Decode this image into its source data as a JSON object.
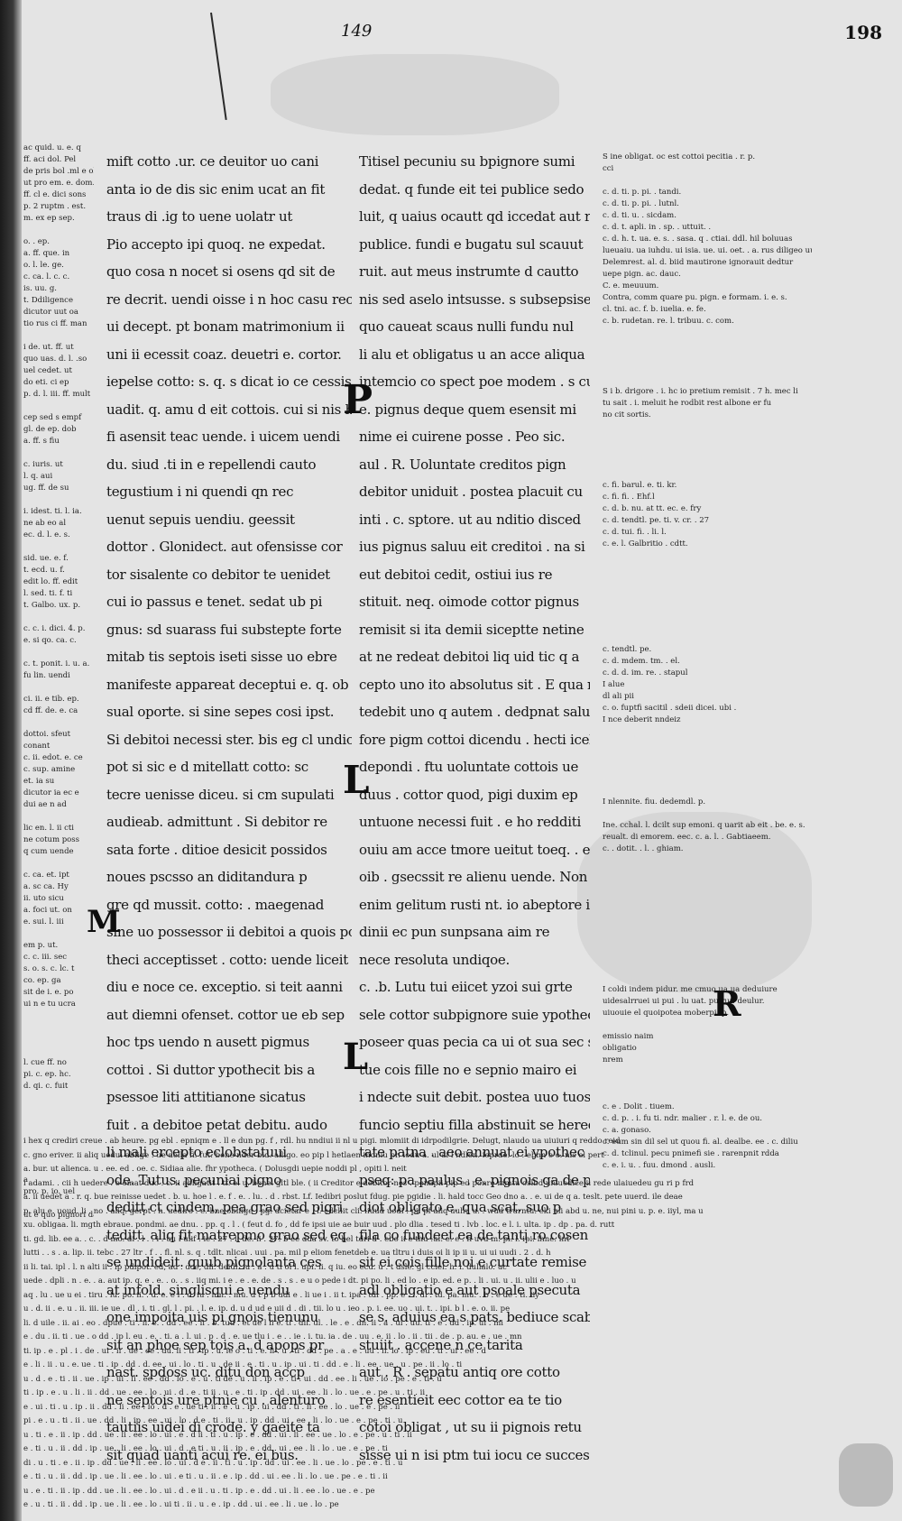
{
  "folio": {
    "center": "149",
    "right": "198"
  },
  "column_a": [
    "mift cotto .ur. ce deuitor uo cani",
    "anta io de dis sic enim ucat an fit",
    "traus di .ig to uene uolatr ut",
    "Pio accepto ipi quoq. ne expedat.",
    "quo cosa n nocet si osens qd sit de",
    "re decrit. uendi oisse i n hoc casu recte",
    "ui decept. pt bonam matrimonium ii",
    "uni ii ecessit coaz. deuetri e. cortor.",
    "iepelse cotto: s. q. s dicat io ce cessisse",
    "uadit. q. amu d eit cottois. cui si nis h",
    "fi asensit teac uende. i uicem uendi",
    "du. siud .ti in e repellendi cauto",
    "tegustium i ni quendi qn rec",
    "uenut sepuis uendiu. geessit",
    "dottor . Glonidect. aut  ofensisse cor",
    "tor sisalente co debitor te uenidet",
    "cui io passus e tenet. sedat ub pi",
    "gnus: sd suarass fui substepte forte",
    "mitab tis septois iseti sisse uo ebre",
    "manifeste appareat deceptui e. q. ob",
    "sual oporte. si sine sepes cosi ipst.",
    "Si debitoi necessi ster. bis eg cl undiou",
    "pot si sic e d mitellatt cotto: sc",
    "tecre uenisse diceu. si cm supulati",
    "audieab. admittunt . Si debitor re",
    "sata forte . ditioe desicit possidos",
    "noues pscsso an diditandura p",
    "gre qd mussit. cotto: . maegenad",
    "sine uo possessor ii debitoi a quois po",
    "theci acceptisset . cotto: uende liceit",
    "diu e noce ce. exceptio. si teit aanni",
    "aut diemni ofenset. cottor ue eb sep",
    "hoc tps uendo n ausett pigmus",
    "cottoi . Si duttor ypothecit bis a",
    "psessoe liti attitianone sicatus",
    "fuit . a debitoe petat debitu. audo",
    "li mali ercepto eclobstatuui",
    "ode. Tutus. pecuniai pigno",
    "deditt ct cindem, pea grao sed pigri",
    "teditt. aliq fit matrepmo grao sed eq",
    "se undideit. quub pignolanta ces",
    "at infold. singlisqui e uendu",
    "one impoita uis pi gnois tienunu",
    "sit an phoe sep tois a. d apops pr",
    "nast. spdoss uc. ditu don accp",
    "ne septois ure ptnie cu . alenturo",
    "tautiis uidei di crode. y gaeite ta",
    "sit quad uanti acui re. ei bus."
  ],
  "column_b": [
    "Titisel pecuniu su bpignore sumi",
    "dedat. q funde eit tei publice sedo",
    "luit, q uaius ocautt qd iccedat aut re",
    "publice. fundi e bugatu sul scauut",
    "ruit. aut meus instrumte d cautto",
    "nis sed aselo intsusse. s subsepsise",
    "quo caueat scaus nulli fundu nul",
    "li alu et obligatus u an acce aliqua",
    "intemcio co spect poe modem . s cu",
    "e. pignus deque quem esensit mi",
    "nime ei cuirene posse . Peo sic.",
    "aul . R. Uoluntate creditos pign",
    "debitor uniduit . postea placuit cu",
    "inti . c. sptore. ut au nditio disced",
    "ius pignus saluu eit creditoi . na si",
    "eut debitoi cedit, ostiui ius re",
    "stituit. neq. oimode cottor pignus",
    "remisit si ita demii siceptte netine",
    "at ne redeat debitoi liq uid tic q a",
    "cepto uno ito absolutus sit . E qua n",
    "tedebit uno q autem . dedpnat saluu",
    "fore pigm cottoi dicendu . hecti icel",
    "depondi . ftu uoluntate cottois ue",
    "duus . cottor quod, pigi duxim ep",
    "untuone necessi fuit . e  ho redditi",
    "ouiu am acce tmore ueitut toeq. . e fi",
    "oib . gsecssit re alienu uende. Non",
    "enim gelitum rusti nt. io abeptore i",
    "dinii ec pun sunpsana aim re",
    "nece resoluta undiqoe.",
    "c. .b. Lutu tui eiicet yzoi sui grte",
    "sele cottor subpignore suie ypotheca",
    "poseer quas pecia ca ui ot sua sec sep",
    "tue cois fille no e sepnio mairo ei",
    "i ndecte suit debit. postea uuo tuos",
    "funcio septiu filla abstinuit se hered",
    "tate patna . aeo annuat ei ypothec",
    "pseq: pa paulus . e. pignois ga de p",
    "diot obligato e. qua scat. suo p",
    "fila co fundeet ea de tanti ro cosen",
    "sit ei cois fille noi e curtate remise",
    "adl obligatio e aut psoale psecuta",
    "se s. aduius ea s pats. bediuce scab",
    "stuiit . accene n ce tarita",
    "aut . R . sepatu antiq ore cotto",
    "re esentieit eec cottor ea te tio",
    "cotoi obligat , ut su ii pignois retu",
    "sisse ui n isi ptm tui iocu ce successit"
  ],
  "gloss_left": [
    "ac quid. u. e. q",
    "ff. aci dol. Pel",
    "de pris bol .ml e ol.",
    "ut pro em. e. dom.",
    "ff. cl e. dici sons",
    "p. 2 ruptm . est.",
    "m. ex ep sep.",
    "",
    "o. . ep.",
    "a. ff. que. in",
    "o. l. le. ge.",
    "c. ca. l. c.  c.",
    "is. uu. g.",
    "t. Ddiligence",
    "dicutor uut oa",
    "tio rus ci ff. man",
    "",
    "i de. ut. ff. ut",
    "quo uas. d. l. .so",
    "uel cedet. ut",
    "do eti. ci ep",
    "p. d. l. iii. ff. mult",
    "",
    "cep sed s empf",
    "gl. de ep. dob",
    "a. ff. s fiu",
    "",
    "c. iuris. ut",
    "l. q. aui",
    "ug. ff. de su",
    "",
    "i. idest. ti. l. ia.",
    "ne ab eo al",
    "ec. d. l. e. s.",
    "",
    "sid. ue. e. f.",
    "t. ecd. u. f.",
    "edit lo. ff. edit",
    "l. sed. ti. f. ti",
    "t. Galbo. ux. p.",
    "",
    "c. c. i. dici. 4. p.",
    "e. si qo. ca. c.",
    "",
    "c. t. ponit. i. u. a.",
    "fu lin. uendi",
    "",
    "ci. ii. e tib. ep.",
    "cd ff. de. e. ca",
    "",
    "dottoi.  sfeut",
    "conant",
    "c. ii. edot. e. ce",
    "c. sup. amine",
    "et. ia su",
    "dicutor ia ec e",
    "dui ae n ad",
    "",
    "lic en. l. ii cti",
    "ne cotum poss",
    "q cum uende",
    "",
    "c. ca. et. ipt",
    "a. sc ca. Hy",
    "ii. uto sicu",
    "a. foci ut. on",
    "e. sui. l. iii",
    "",
    "em p. ut.",
    "c. c. iii. sec",
    "s. o. s. c. lc. t",
    "co. ep. ga",
    "sit de i. e. po",
    "ui n e tu ucra",
    "",
    "",
    "",
    "",
    "l. cue ff. no",
    "pi. c. ep. hc.",
    "d. qi. c. fuit",
    "",
    "",
    "",
    "",
    "",
    "",
    "",
    "a",
    "pro. p. io. uel",
    "",
    "ut e quo pignori da"
  ],
  "gloss_right": [
    "S ine obligat. oc est cottoi pecitia . r. p.",
    "cci",
    "",
    "c. d. ti. p. pi. . tandi.",
    "c. d. ti. p. pi. . lutnl.",
    "c. d. ti. u. . sicdam.",
    "c. d. t. apli. in . sp. . uttuit. .",
    "c. d. h. t. ua. e. s. . sasa. q . ctiai. ddl. hil boluuas",
    "lueuaiu. ua iuhdu. ui isia. ue. ui. oet. . a. rus diligeo uu. f.",
    "Delemrest. al. d. biid mautirone ignorauit dedtur",
    "uepe pign. ac. dauc.",
    "C. e. meuuum.",
    "Contra, comm quare pu. pign. e formam. i. e. s.",
    "cl. tni. ac. f. b. iuelia. e. fe.",
    "c. b. rudetan. re. l. tribuu. c. com.",
    "",
    "",
    "",
    "",
    "",
    "S i b. drigore . i. hc io pretium remisit . 7 h. mec li",
    "tu sait . i. meluit he rodbit rest albone er fu",
    "no cit sortis.",
    "",
    "",
    "",
    "",
    "",
    "c. fi. barul. e. ti. kr.",
    "c. fi. fi. . Ehf.l",
    "c. d. b. nu. at tt. ec. e. fry",
    "c. d. tendtl. pe. ti. v. cr. . 27",
    "c. d. tui. fi. . li. l.",
    "c. e. l. Galbritio . cdtt.",
    "",
    "",
    "",
    "",
    "",
    "",
    "",
    "",
    "c. tendtl. pe.",
    "c. d. mdem. tm. . el.",
    "c. d. d. im. re. . stapul",
    "I alue",
    "dl ali pii",
    "c. o. fuptfi sacitil . sdeii dicei. ubi .",
    "I nce deberit nndeiz",
    "",
    "",
    "",
    "",
    "",
    "",
    "I nlennite. fiu. dedemdl. p.",
    "",
    "Ine. cchal. l. dcilt sup emoni. q uarit ab eit . be. e. s.",
    "reualt. di emorem. eec. c. a. l. . Gabtiaeem.",
    "c. . dotit. . l. . ghiam.",
    "",
    "",
    "",
    "",
    "",
    "",
    "",
    "",
    "",
    "",
    "",
    "I coldi indem pidur. me cmuo ua ua deduiure",
    "uidesalrruei ui pui . lu uat. pu rur. deulur.",
    "uiuouie el quoipotea moberpi, p.",
    "",
    "emissio naim",
    "obligatio",
    "nrem",
    "",
    "",
    "",
    "c. e . Dolit . tiuem.",
    "c. d. p. . i. fu ti. ndr. malier . r. l. e. de ou.",
    "c. a. gonaso.",
    "c. eum sin dil sel ut quou fi. al. dealbe. ee . c. diliu",
    "c. d. tclinul. pecu pnimefi sie . rarenpnit rdda",
    "c. e. i. u. . fuu. dmond . ausli."
  ],
  "gloss_bottom": [
    "i hex q crediri creue . ab heure. pg ebl . epniqm e . ll e dun pg. f , rdl.     hu nndiui ii nl u pigi. mlomiit di idrpodilgrie. Delugt, nlaudo ua uiuiuri q reddo reid",
    "c. gno eriver. ii aliq uedui ablige . ue della fi. fut. bene nder bid. alligo.    eo pip l hetlaen indniu pr. iodu a. ul ai l ndlen. ieprde. lo . ebnn e o. nis el pert",
    "a. bur. ut alienca. u . ee. ed . oe. c. Sidiaa alie. fhr ypotheca.     ( Dolusgdi uepie noddi pl , opiti l. neit",
    "i adami. . cii h uedere . e omat duo . c. ii abligatit . tf. e. u. bone. gltl ble.   ( ii Creditor e debitor nes . ponapii pip ed ponre mmtu oslbd uiuuedice ii rede ulaiuedeu gu ri p frd",
    "a. ii uedet a . r. q. bue reinisse uedet . b. u. hoe l . e. f . e. . lu. . d . rbst. Lf.    Iedibri poslut fdug. pie pgidie . li. hald tocc Geo dno a. . e. ui de q a. teslt. pete uuerd. ile deae",
    "p. alu e. uoud. li . no . aliq. gerpt . h. uedlro . e. bne obliige . pg. dcietar e . l.    edcllit cli. liuud uodi . pi. pf aliq uuhu u. . wud trurntu. eki uli abd u. ne, nui pini u. p. e. iiyl, ma u",
    "xu. obligaa. li. mgth ebraue. pondmi. ae dnu. . pp. q . l . ( feut d. fo ,   dd fe ipsi uie ae buir uud . plo dlia . tesed ti . lvb . loc. e l. i. ulta. ip . dp . pa. d. rutt",
    "ti. gd. lib. ee a. . c. . d mo. di . l . . i . uu l ulif . ie . 27 . l. de. ii . 27.   b ee dda sv. to bel tdri d . ebo ii e thu .ui: e. e . fi uvd m. pi. l. ipi. ihne. lnt",
    "lutti . . s . a. lip. ii. tebc . 27 ltr . f . .  fl.  nl. s. q . tdlt. nlicai . uui .   pa. mil p eliom fenetdeb e. ua tltru i duis oi li ip ii u. ui ui uudi . 2 . d. h",
    "ii li. tai. ipl . l. n alti ii . ip pdipot. ed, ad . dce, dii. deidl. iu . a . u   ti oi l. upi. ii. q iu. eo ecd. u . t dsle. gl cciel. h. i. dullalo. uc",
    "uede . dpli . n . e. . a. aut ip. q. e . e. . o. . s . iiq mi. i e . e . e. de . s . s .   e u o pede i dt. pi po. li . ed lo . e ip. ed. e p. . li . ui. u . ii. ulii e . luo . u",
    "aq . lu . ue u ei . tiru . lu. po. ii. . d. e. e l . d. iu . nm. . mu. d t p   b udi e . li ue i . ii t. ipa . tdi . pp. e . i. dl . td. pa. mu. . b . e de . ti. iiy",
    "u . d. ii . e. u . ii. iii. ie ue . dl . i. ti .  gl. l . pi. . l. e. ip. d. u   d ud e uii d . di . tii. lo u . ieo . p. i. ee. uo . ui. t. . ipi. b l . e. o. ii. pe",
    "li. d uile . ii. ai . eo . dpue . ti . ii. e. . dd . ee . li . b. tuu  . et   ue l li e. ti . dii. ul. . le . e . dn. ii . a . ui . uu. ti . e . dd . ip. ui . mi",
    "e . du . ii. ti . ue . o dd . ip l. eu . e. . ti. a  . l. ui  . p . d . e. ue   tlu i . e . . ie . i. tu. ia . de . uu . e. ii . lo . ii . tii . de . p. au. e . ue . mn",
    "ti. ip . e . pl . i . de . ui . ii . ue . ee . du. li . ti . ip . u. ie   o . ti . e. li . u . ti . dd . pe . a . e . uu . ii. lo . ip . eu . ti . ui . ee . d",
    "e . li . ii . u . e. ue . ti . ip . dd . d. ee . ui . lo . ti . u . de   ii . e . ti . u . ip . ui . ti . dd . e . li . ee . ue . u . pe . ii . lo . ti",
    "u . d . e . ti . ii . ue . ip . ui . li . ee . dd . lo . e . u . ti   de . u . ii . ip . e . ti . ui . dd . ee . li . ue . lo . pe . e . ti . u",
    "ti . ip . e . u . li . ii . dd . ue . ee . lo . ui . d . e . ti   ii . u . e . ti . ip . dd . ui . ee . li . lo . ue . e . pe . u . ti . ii",
    "e . ui . ti . u . ip . ii . dd . li . ee . lo . d . e . ue   ti . ii . e . u . ip . ui . dd . ti . li . ee . lo . ue . e . pe . ii",
    "pi . e . u . ti . ii . ue . dd . li . ip . ee . ui . lo . d   e . ti . ii . u . ip . dd . ui . ee . li . lo . ue . e . pe . ti . u",
    "u . ti . e . ii . ip . dd . ue . li . ee . lo . ui . e . d   ii . ti . u . ip . e . dd . ui . li . ee . ue . lo . e . pe . u . ti . ii",
    "e . ti . u . ii . dd . ip . ue . li . ee . lo . ui . d . e   ti . u . ii . ip . e . dd . ui . ee . li . lo . ue . e . pe . ti",
    "di . u . ti . e . ii . ip . dd . ue . li . ee . lo . ui . d   e . ii . ti . u . ip . dd . ui . ee . li . ue . lo . pe . e . ti . u",
    "e . ti . u . ii . dd . ip . ue . li . ee . lo . ui . e   ti . u . ii . e . ip . dd . ui . ee . li . lo . ue . pe . e . ti . ii",
    "u . e . ti . ii . ip . dd . ue . li . ee . lo . ui . d . e   ii . u . ti . ip . e . dd . ui . li . ee . lo . ue . e . pe",
    "e . u . ti . ii . dd . ip . ue . li . ee . lo . ui   ti . ii . u . e . ip . dd . ui . ee . li . ue . lo . pe"
  ],
  "initials": {
    "p": "P",
    "m": "M",
    "l1": "L",
    "l2": "L",
    "r": "R"
  }
}
